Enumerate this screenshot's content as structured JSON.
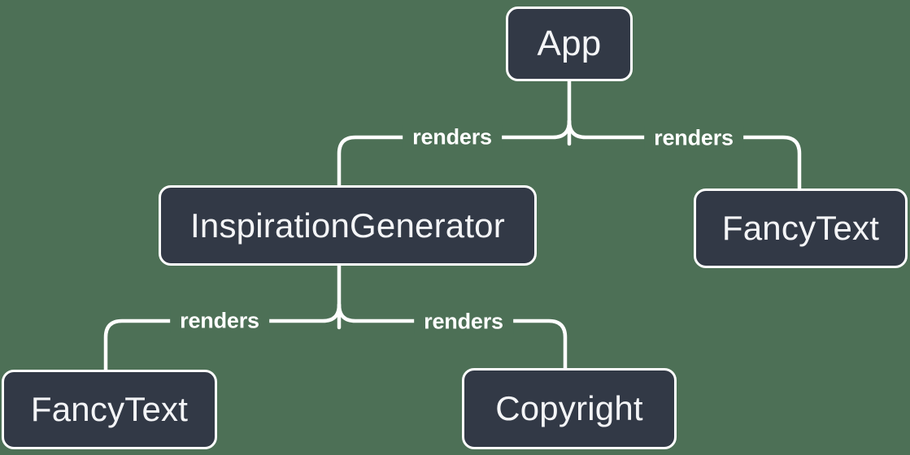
{
  "theme": {
    "bg": "#4d7056",
    "node-fill": "#323946",
    "node-border": "#ffffff",
    "line": "#ffffff",
    "node-text": "#f4f5f7",
    "label-text": "#ffffff"
  },
  "diagram": {
    "type": "component-render-tree",
    "nodes": [
      {
        "id": "app",
        "label": "App"
      },
      {
        "id": "inspiration-generator",
        "label": "InspirationGenerator"
      },
      {
        "id": "fancy-text-top-right",
        "label": "FancyText"
      },
      {
        "id": "fancy-text-bottom-left",
        "label": "FancyText"
      },
      {
        "id": "copyright",
        "label": "Copyright"
      }
    ],
    "edges": [
      {
        "from": "app",
        "to": "inspiration-generator",
        "label": "renders"
      },
      {
        "from": "app",
        "to": "fancy-text-top-right",
        "label": "renders"
      },
      {
        "from": "inspiration-generator",
        "to": "fancy-text-bottom-left",
        "label": "renders"
      },
      {
        "from": "inspiration-generator",
        "to": "copyright",
        "label": "renders"
      }
    ]
  }
}
